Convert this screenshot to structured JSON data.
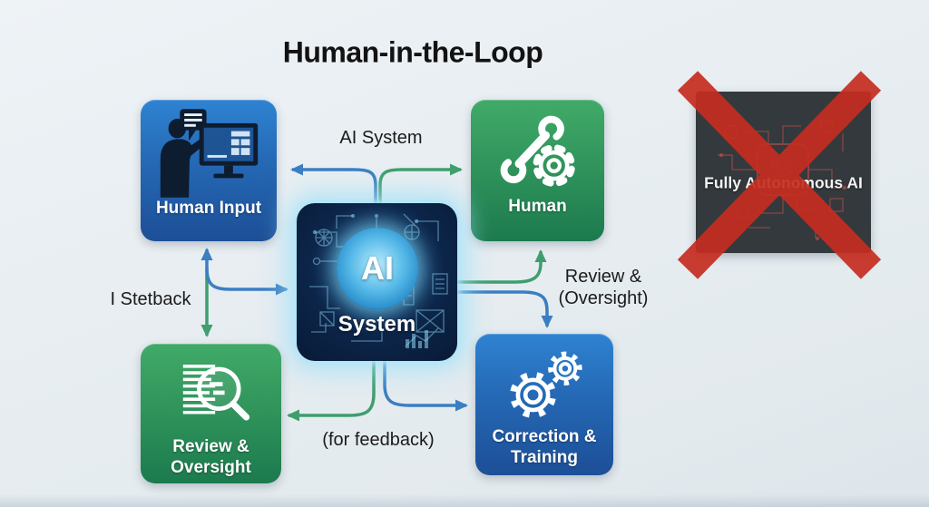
{
  "title": "Human-in-the-Loop",
  "nodes": {
    "human_input": {
      "label": "Human Input"
    },
    "human": {
      "label": "Human"
    },
    "ai_system": {
      "ai": "AI",
      "system": "System"
    },
    "review_oversight": {
      "line1": "Review &",
      "line2": "Oversight"
    },
    "correction_training": {
      "line1": "Correction &",
      "line2": "Training"
    },
    "fully_autonomous": {
      "label": "Fully Autonomous AI"
    }
  },
  "edge_labels": {
    "top": "AI System",
    "left": "I Stetback",
    "right1": "Review &",
    "right2": "(Oversight)",
    "bottom": "(for feedback)"
  },
  "colors": {
    "background": "#e9eef2",
    "blue_box_top": "#2e83d2",
    "blue_box_bottom": "#1c4f97",
    "green_box_top": "#41aa68",
    "green_box_bottom": "#1c7a4e",
    "chip_background": "#0c2549",
    "chip_circuit": "#8ed7f2",
    "blue_arrow": "#3b7ec2",
    "green_arrow": "#3f9e6e",
    "autonomous_background": "#34393d",
    "autonomous_circuit": "#d9534a",
    "red_x": "#c62d20",
    "label_text": "#1b1b1b",
    "node_text": "#ffffff"
  }
}
